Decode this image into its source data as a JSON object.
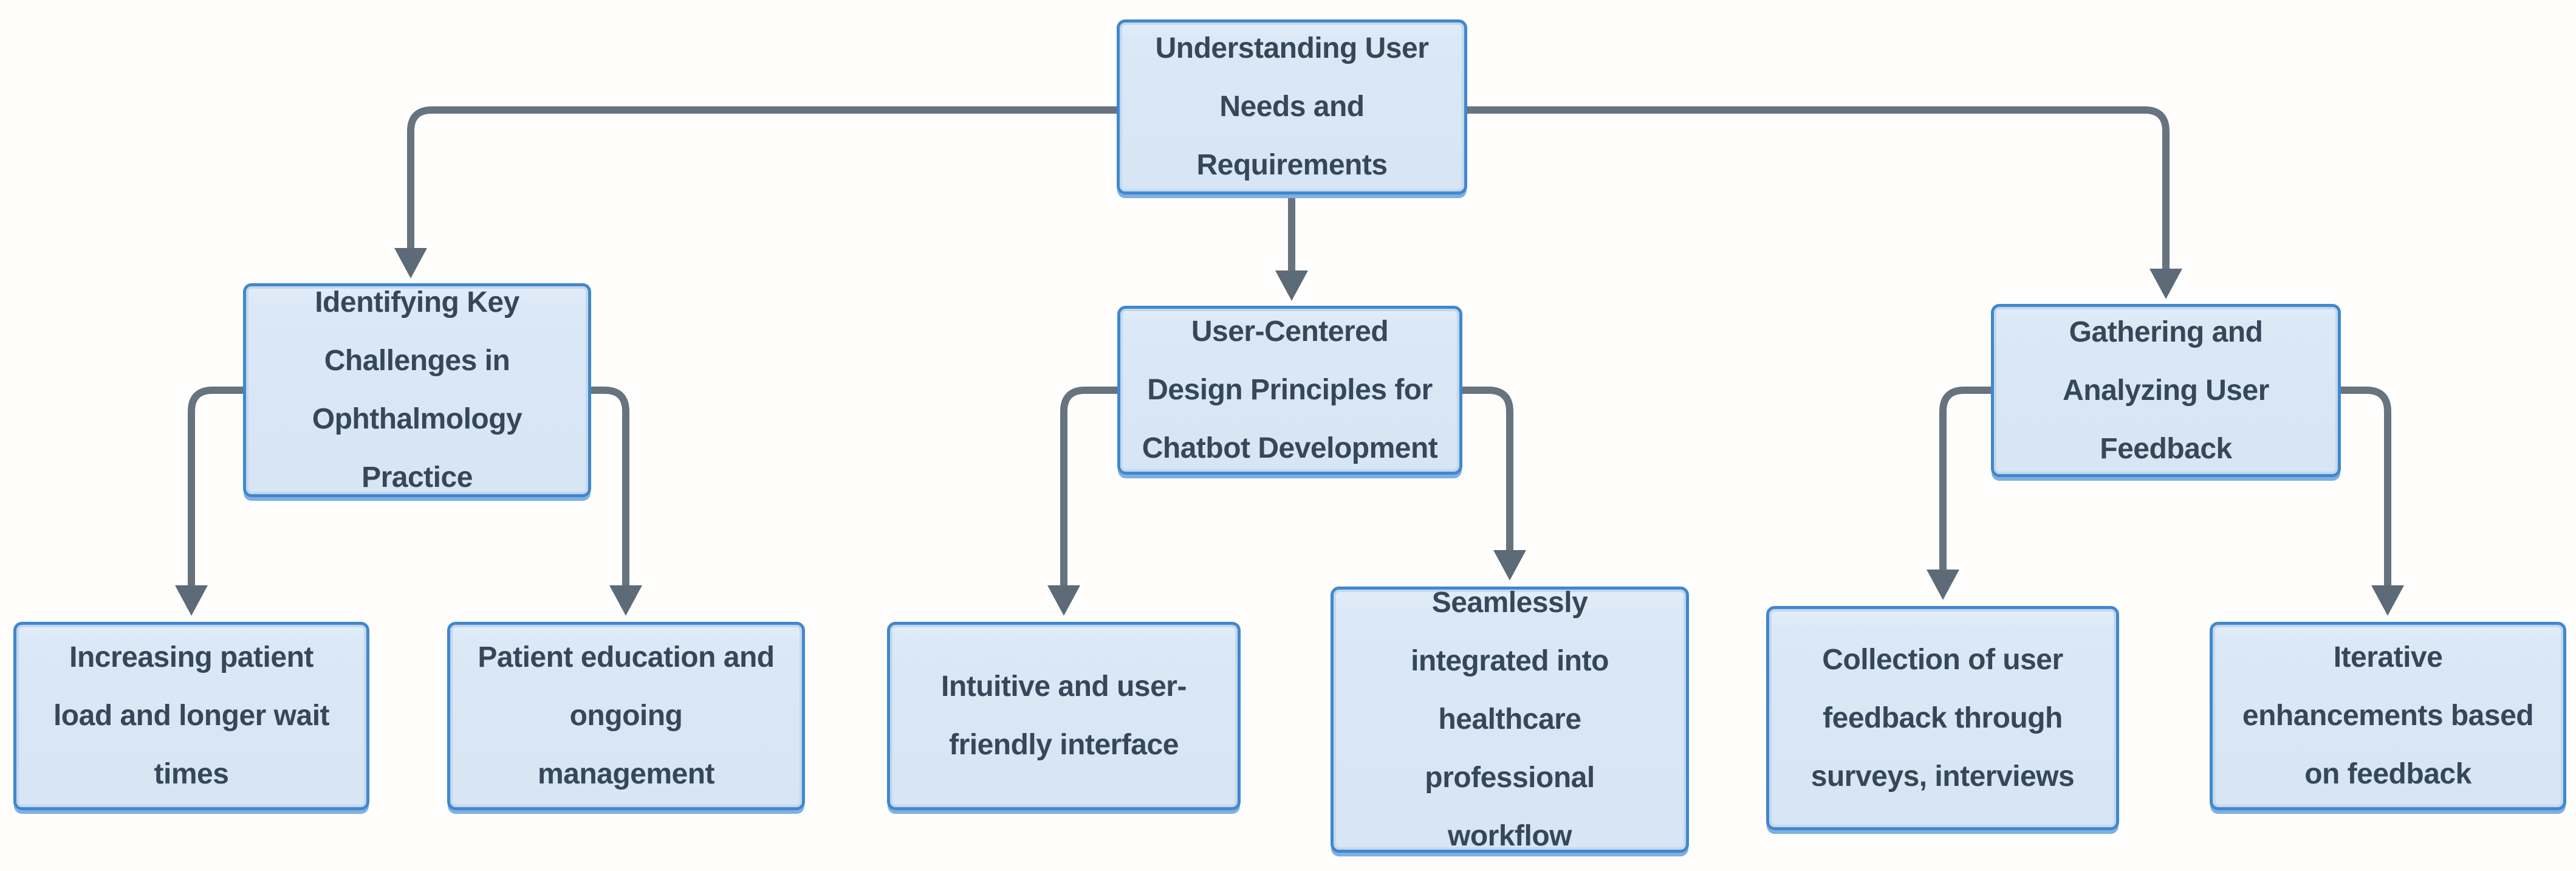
{
  "diagram": {
    "type": "flowchart",
    "background_color": "#fffefc",
    "node_fill_color": "#dbe8f6",
    "node_border_color": "#4187ce",
    "node_text_color": "#36475a",
    "connector_color": "#67737f",
    "nodes": {
      "root": {
        "label": "Understanding User\nNeeds and\nRequirements"
      },
      "challenges": {
        "label": "Identifying Key\nChallenges in\nOphthalmology\nPractice"
      },
      "design": {
        "label": "User-Centered\nDesign Principles for\nChatbot Development"
      },
      "feedback": {
        "label": "Gathering and\nAnalyzing User\nFeedback"
      },
      "patient_load": {
        "label": "Increasing patient\nload and longer wait\ntimes"
      },
      "education": {
        "label": "Patient education and\nongoing\nmanagement"
      },
      "interface": {
        "label": "Intuitive and user-\nfriendly interface"
      },
      "workflow": {
        "label": "Seamlessly\nintegrated into\nhealthcare\nprofessional\nworkflow"
      },
      "collection": {
        "label": "Collection of user\nfeedback through\nsurveys, interviews"
      },
      "iterative": {
        "label": "Iterative\nenhancements based\non feedback"
      }
    },
    "edges": [
      {
        "from": "root",
        "to": "challenges"
      },
      {
        "from": "root",
        "to": "design"
      },
      {
        "from": "root",
        "to": "feedback"
      },
      {
        "from": "challenges",
        "to": "patient_load"
      },
      {
        "from": "challenges",
        "to": "education"
      },
      {
        "from": "design",
        "to": "interface"
      },
      {
        "from": "design",
        "to": "workflow"
      },
      {
        "from": "feedback",
        "to": "collection"
      },
      {
        "from": "feedback",
        "to": "iterative"
      }
    ]
  }
}
